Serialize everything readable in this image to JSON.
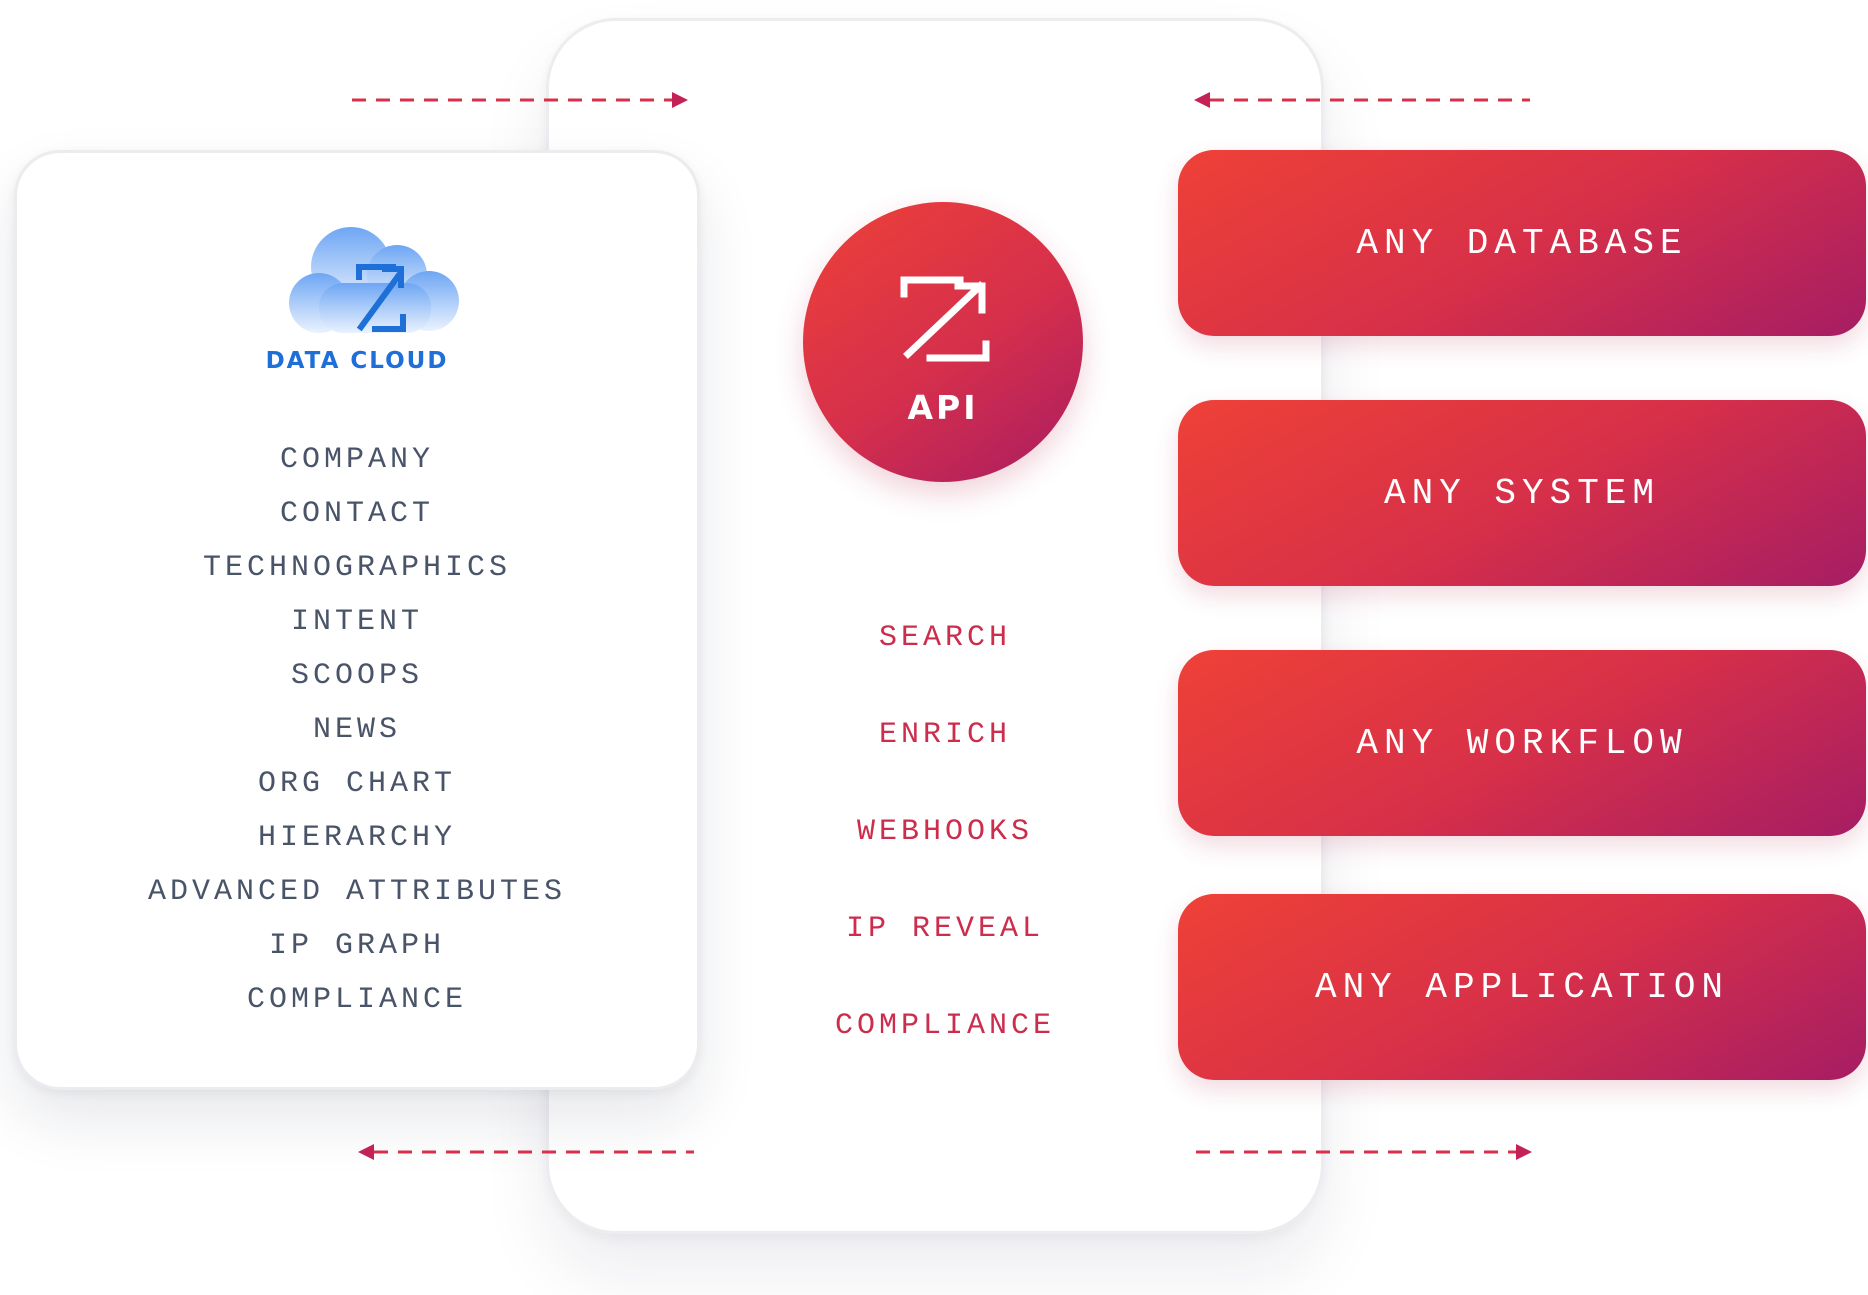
{
  "data_cloud": {
    "title": "DATA CLOUD",
    "logo_icon": "zoominfo-z-arrow-icon",
    "cloud_color": "#7fb2f5",
    "items": [
      "COMPANY",
      "CONTACT",
      "TECHNOGRAPHICS",
      "INTENT",
      "SCOOPS",
      "NEWS",
      "ORG CHART",
      "HIERARCHY",
      "ADVANCED ATTRIBUTES",
      "IP GRAPH",
      "COMPLIANCE"
    ]
  },
  "api": {
    "label": "API",
    "logo_icon": "zoominfo-z-arrow-icon",
    "features": [
      "SEARCH",
      "ENRICH",
      "WEBHOOKS",
      "IP REVEAL",
      "COMPLIANCE"
    ]
  },
  "targets": [
    "ANY DATABASE",
    "ANY SYSTEM",
    "ANY WORKFLOW",
    "ANY APPLICATION"
  ],
  "colors": {
    "accent_red": "#ee4137",
    "accent_magenta": "#a81c62",
    "feature_text": "#cc2d4d",
    "list_text": "#4a5468",
    "brand_blue": "#1f6fd8",
    "arrow": "#d8304a"
  }
}
